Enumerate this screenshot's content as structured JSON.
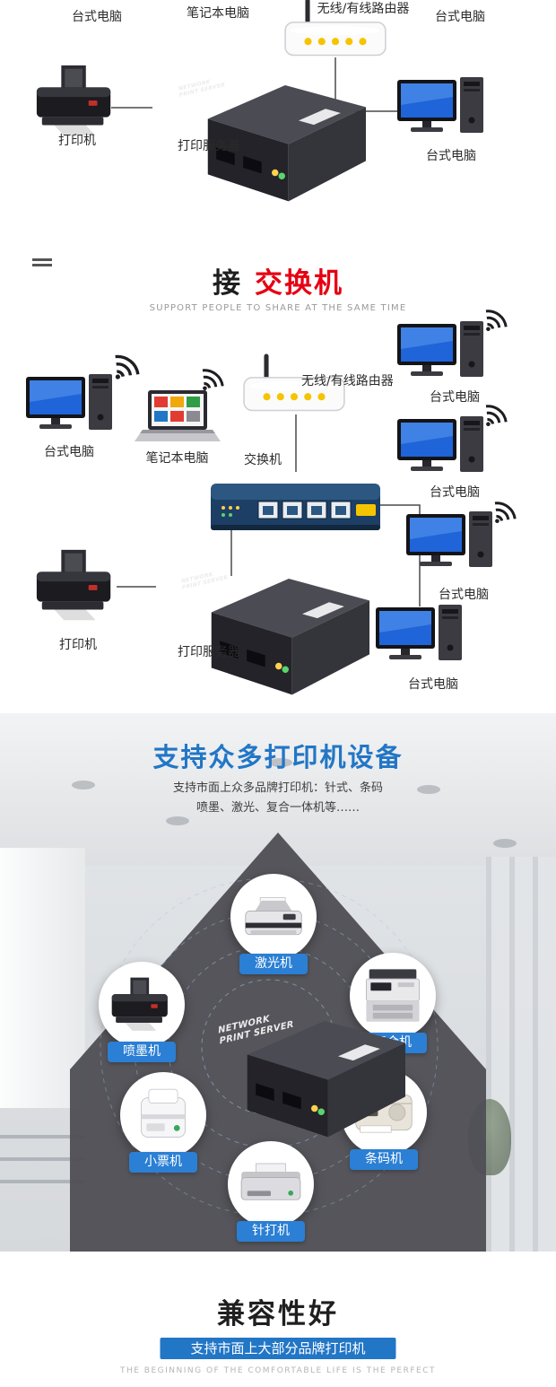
{
  "colors": {
    "accent_red": "#e60012",
    "accent_blue": "#2276c6",
    "pill_blue": "#2b7fd4"
  },
  "diagram_router": {
    "desktop_top_left": "台式电脑",
    "laptop": "笔记本电脑",
    "router": "无线/有线路由器",
    "desktop_top_right": "台式电脑",
    "printer": "打印机",
    "print_server": "打印服务器",
    "desktop_right": "台式电脑"
  },
  "section_switch": {
    "heading_prefix": "接",
    "heading_highlight": "交换机",
    "subheading": "SUPPORT PEOPLE TO SHARE AT THE SAME TIME",
    "desktop_left": "台式电脑",
    "laptop": "笔记本电脑",
    "router": "无线/有线路由器",
    "switch": "交换机",
    "desktop_right_1": "台式电脑",
    "desktop_right_2": "台式电脑",
    "desktop_right_3": "台式电脑",
    "desktop_right_4": "台式电脑",
    "printer": "打印机",
    "print_server": "打印服务器"
  },
  "section_printers": {
    "heading": "支持众多打印机设备",
    "subtitle_line1": "支持市面上众多品牌打印机：针式、条码",
    "subtitle_line2": "喷墨、激光、复合一体机等……",
    "label_laser": "激光机",
    "label_inkjet": "喷墨机",
    "label_copier": "复合机",
    "label_receipt": "小票机",
    "label_barcode": "条码机",
    "label_dotmatrix": "针打机"
  },
  "device_text": {
    "print_server_line1": "NETWORK",
    "print_server_line2": "PRINT SERVER"
  },
  "section_footer": {
    "heading": "兼容性好",
    "highlight": "支持市面上大部分品牌打印机",
    "caption": "THE BEGINNING OF THE COMFORTABLE LIFE IS THE PERFECT"
  }
}
